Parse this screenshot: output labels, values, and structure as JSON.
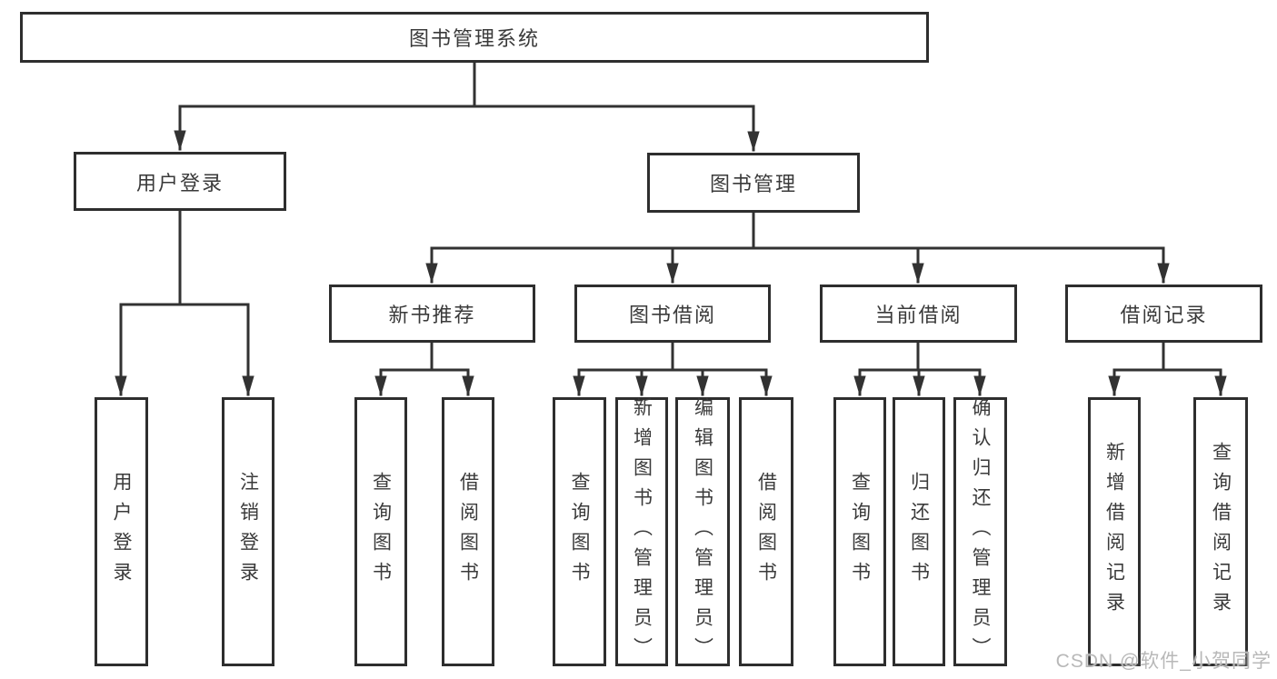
{
  "diagram": {
    "title": "图书管理系统",
    "nodes": {
      "root": "图书管理系统",
      "user_branch": "用户登录",
      "mgmt_branch": "图书管理",
      "user_children": [
        "用户登录",
        "注销登录"
      ],
      "mgmt_children": [
        "新书推荐",
        "图书借阅",
        "当前借阅",
        "借阅记录"
      ],
      "newbook_children": [
        "查询图书",
        "借阅图书"
      ],
      "borrow_children": [
        "查询图书",
        "新增图书（管理员）",
        "编辑图书（管理员）",
        "借阅图书"
      ],
      "current_children": [
        "查询图书",
        "归还图书",
        "确认归还（管理员）"
      ],
      "record_children": [
        "新增借阅记录",
        "查询借阅记录"
      ]
    },
    "colors": {
      "line": "#323232",
      "box_border": "#2e2e2e",
      "text": "#3a3a3a",
      "watermark": "#b8b8b8",
      "background": "#ffffff"
    }
  },
  "watermark": {
    "text": "CSDN @软件_小贺同学"
  }
}
